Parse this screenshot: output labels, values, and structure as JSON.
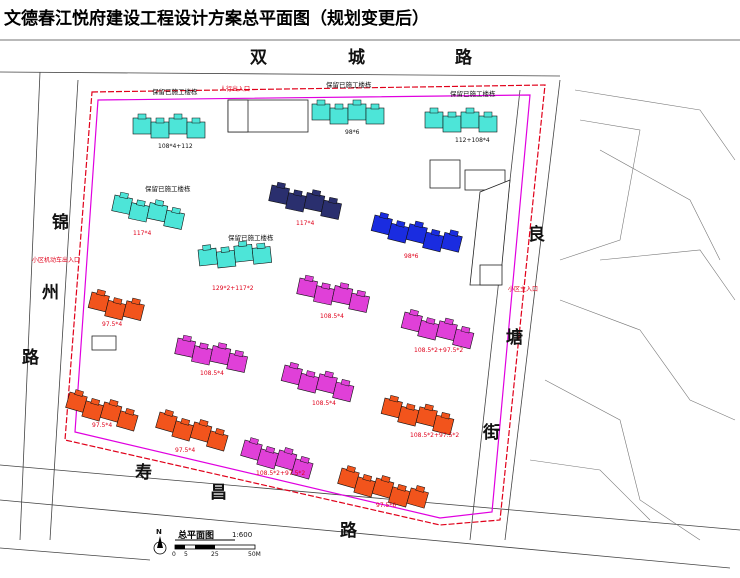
{
  "title": "文德春江悦府建设工程设计方案总平面图（规划变更后）",
  "roads": {
    "north": [
      "双",
      "城",
      "路"
    ],
    "west": [
      "锦",
      "州",
      "路"
    ],
    "east": [
      "良",
      "塘",
      "街"
    ],
    "south": [
      "寿",
      "昌",
      "路"
    ]
  },
  "retained_labels": [
    "保留已施工楼栋",
    "保留已施工楼栋",
    "保留已施工楼栋",
    "保留已施工楼栋",
    "保留已施工楼栋"
  ],
  "gates": {
    "pedestrian": "人行出入口",
    "vehicle": "小区机动车出入口",
    "main": "小区主入口"
  },
  "height_labels": {
    "nw_top": "108*4+112",
    "n_mid": "98*6",
    "ne_top": "112+108*4",
    "cyan_w": "117*4",
    "navy": "117*4",
    "blue": "98*6",
    "cyan_c": "129*2+117*2",
    "red_w1": "97.5*4",
    "mag_c1": "108.5*4",
    "mag_e1": "108.5*2+97.5*2",
    "mag_w2": "108.5*4",
    "mag_c2": "108.5*4",
    "red_e2": "108.5*2+97.5*2",
    "red_sw": "97.5*4",
    "red_s2": "97.5*4",
    "mag_s": "108.5*2+97.5*2",
    "red_se": "97.5*6"
  },
  "scale": {
    "title": "总平面图",
    "ratio": "1:600",
    "ticks": [
      "0",
      "5",
      "25",
      "50M"
    ],
    "north": "N"
  },
  "colors": {
    "cyan": "#4de5d8",
    "navy": "#2a2f6e",
    "blue": "#1a2ce0",
    "magenta": "#e040d8",
    "orange": "#f2541c",
    "boundary": "#e000e0",
    "redline": "#e0001a"
  }
}
